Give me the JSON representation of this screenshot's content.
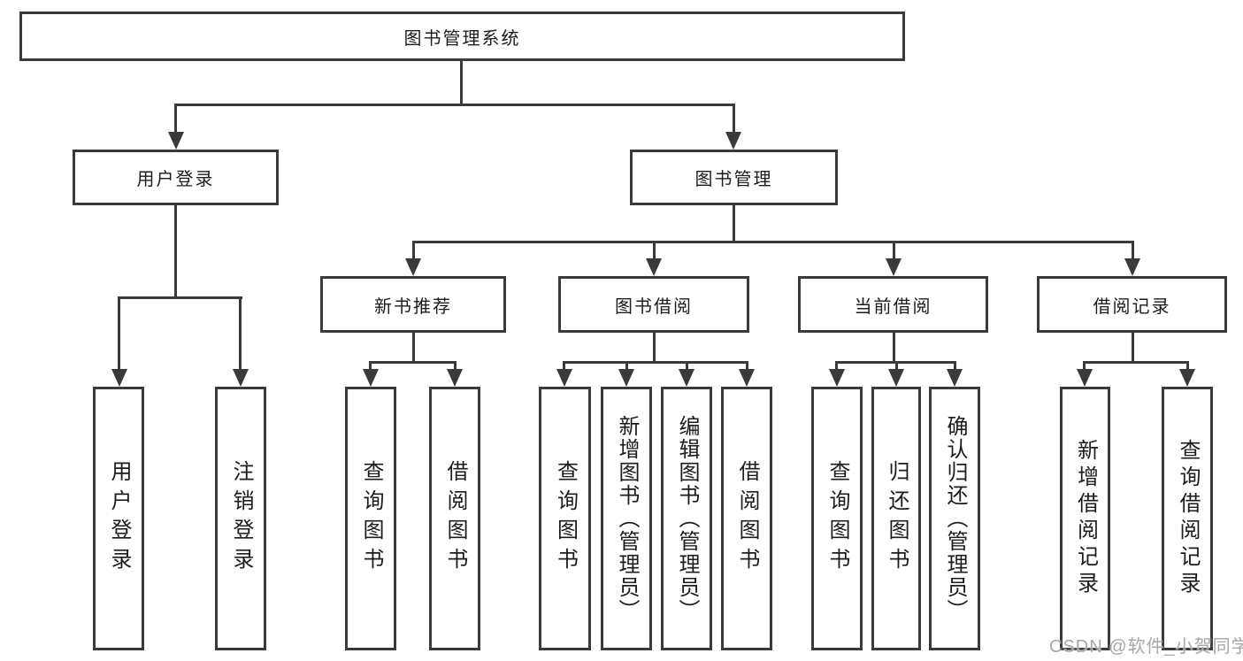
{
  "diagram_title": "图书管理系统",
  "tree": {
    "root": {
      "label": "图书管理系统"
    },
    "branches": [
      {
        "label": "用户登录",
        "children": [
          {
            "label": "用户登录"
          },
          {
            "label": "注销登录"
          }
        ]
      },
      {
        "label": "图书管理",
        "groups": [
          {
            "label": "新书推荐",
            "children": [
              {
                "label": "查询图书"
              },
              {
                "label": "借阅图书"
              }
            ]
          },
          {
            "label": "图书借阅",
            "children": [
              {
                "label": "查询图书"
              },
              {
                "label": "新增图书（管理员）"
              },
              {
                "label": "编辑图书（管理员）"
              },
              {
                "label": "借阅图书"
              }
            ]
          },
          {
            "label": "当前借阅",
            "children": [
              {
                "label": "查询图书"
              },
              {
                "label": "归还图书"
              },
              {
                "label": "确认归还（管理员）"
              }
            ]
          },
          {
            "label": "借阅记录",
            "children": [
              {
                "label": "新增借阅记录"
              },
              {
                "label": "查询借阅记录"
              }
            ]
          }
        ]
      }
    ]
  },
  "watermark": {
    "text": "CSDN @软件_小贺同学"
  },
  "colors": {
    "line": "#3a3a3c",
    "box_border": "#3a3a3c",
    "text": "#1c1c1e",
    "background": "#ffffff",
    "watermark": "#a6a6ab"
  }
}
